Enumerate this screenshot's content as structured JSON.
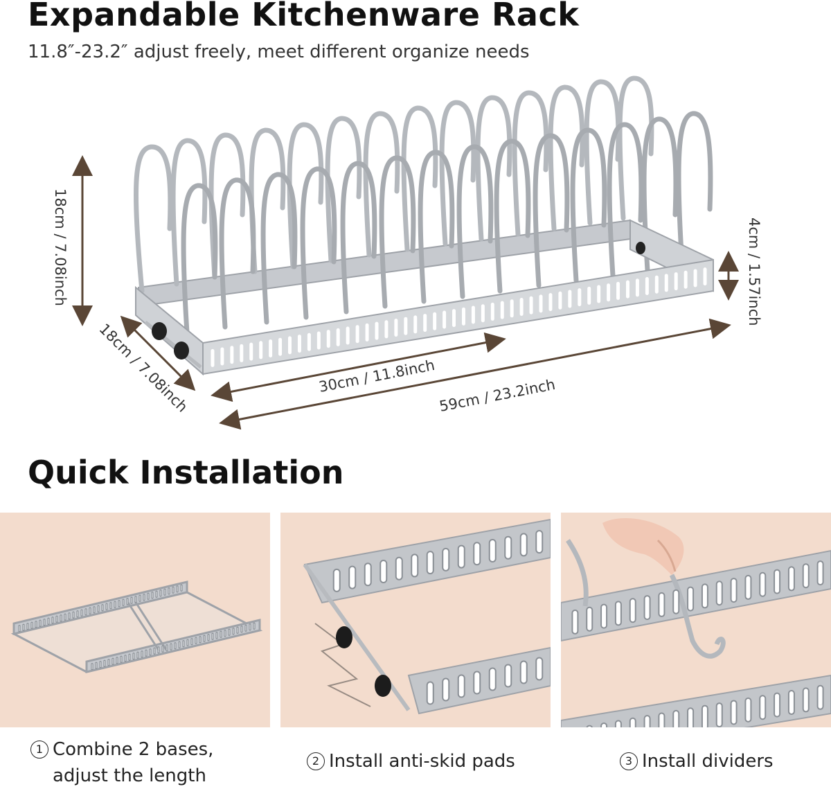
{
  "header": {
    "title": "Expandable Kitchenware Rack",
    "subtitle": "11.8″-23.2″ adjust freely, meet different organize needs"
  },
  "dimensions": {
    "height": "18cm / 7.08inch",
    "depth": "18cm / 7.08inch",
    "short_length": "30cm / 11.8inch",
    "long_length": "59cm / 23.2inch",
    "base_height": "4cm / 1.57inch"
  },
  "installation": {
    "title": "Quick Installation",
    "steps": [
      {
        "number": "1",
        "line1": "Combine 2 bases,",
        "line2": "adjust the length"
      },
      {
        "number": "2",
        "line1": "Install anti-skid pads"
      },
      {
        "number": "3",
        "line1": "Install dividers"
      }
    ]
  },
  "colors": {
    "rack": "#a9adb3",
    "panel_background": "#f3dccd",
    "arrow": "#5a4636"
  }
}
